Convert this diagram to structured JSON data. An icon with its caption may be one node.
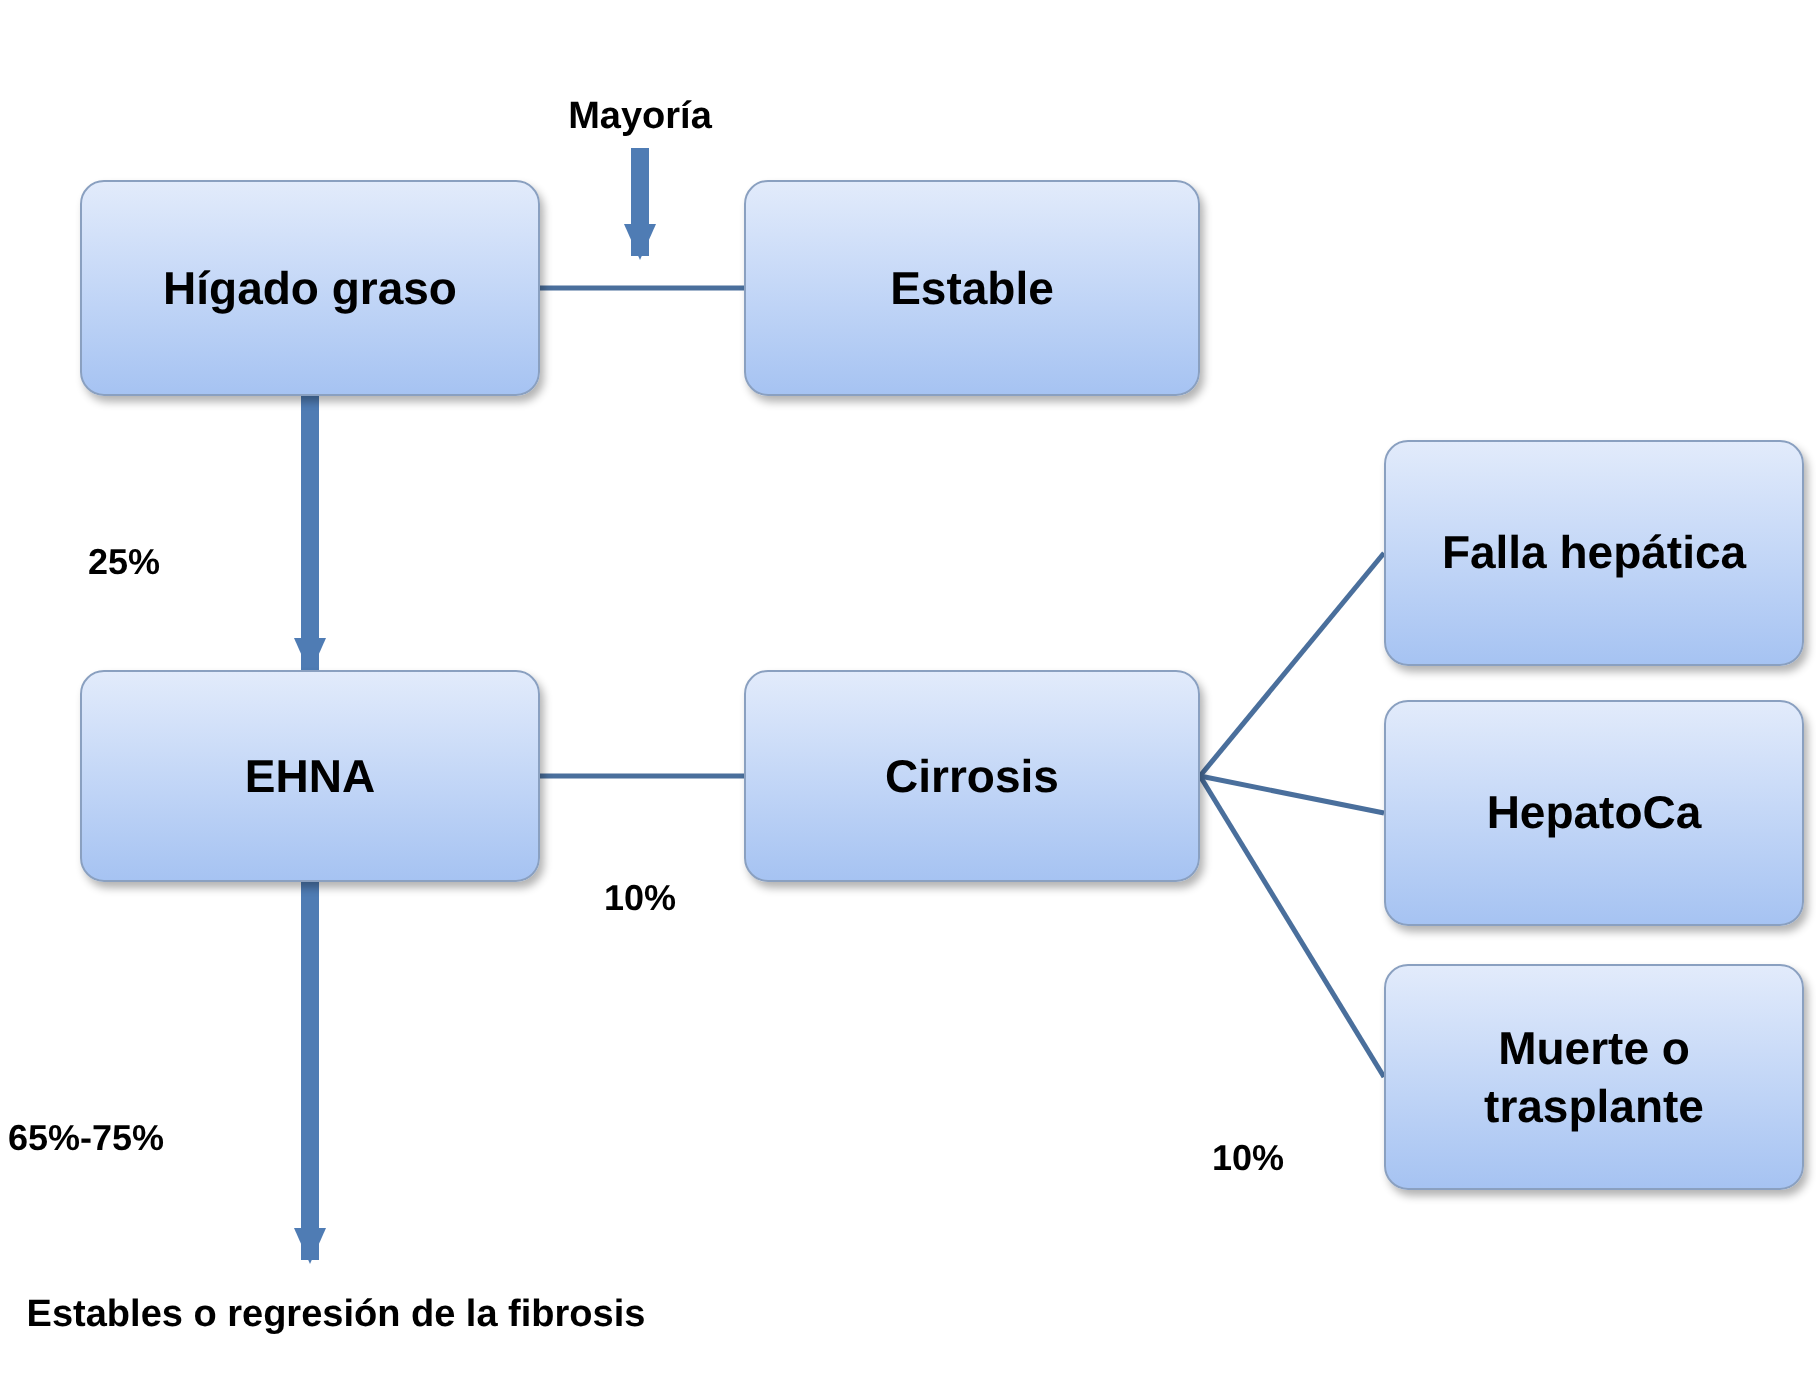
{
  "diagram": {
    "nodes": [
      {
        "text": [
          "Mayoría"
        ]
      },
      {
        "text": [
          "Hígado graso"
        ]
      },
      {
        "text": [
          "Estable"
        ]
      },
      {
        "text": [
          "EHNA"
        ]
      },
      {
        "text": [
          "Cirrosis"
        ]
      },
      {
        "text": [
          "Falla hepática"
        ]
      },
      {
        "text": [
          "HepatoCa"
        ]
      },
      {
        "text": [
          "Muerte o trasplante"
        ]
      },
      {
        "text": [
          "Estables o regresión de la fibrosis"
        ]
      }
    ],
    "edges": [
      {
        "from": 0,
        "to": null,
        "arrow": "to",
        "style": "thick"
      },
      {
        "from": 1,
        "to": 2,
        "arrow": "none"
      },
      {
        "from": 1,
        "to": 3,
        "arrow": "to",
        "style": "thick",
        "label": "25%"
      },
      {
        "from": 3,
        "to": 4,
        "arrow": "none",
        "label": "10%"
      },
      {
        "from": 4,
        "to": 5,
        "arrow": "none"
      },
      {
        "from": 4,
        "to": 6,
        "arrow": "none"
      },
      {
        "from": 4,
        "to": 7,
        "arrow": "none",
        "label": "10%"
      },
      {
        "from": 3,
        "to": 8,
        "arrow": "to",
        "style": "thick",
        "label": "65%-75%"
      }
    ]
  }
}
